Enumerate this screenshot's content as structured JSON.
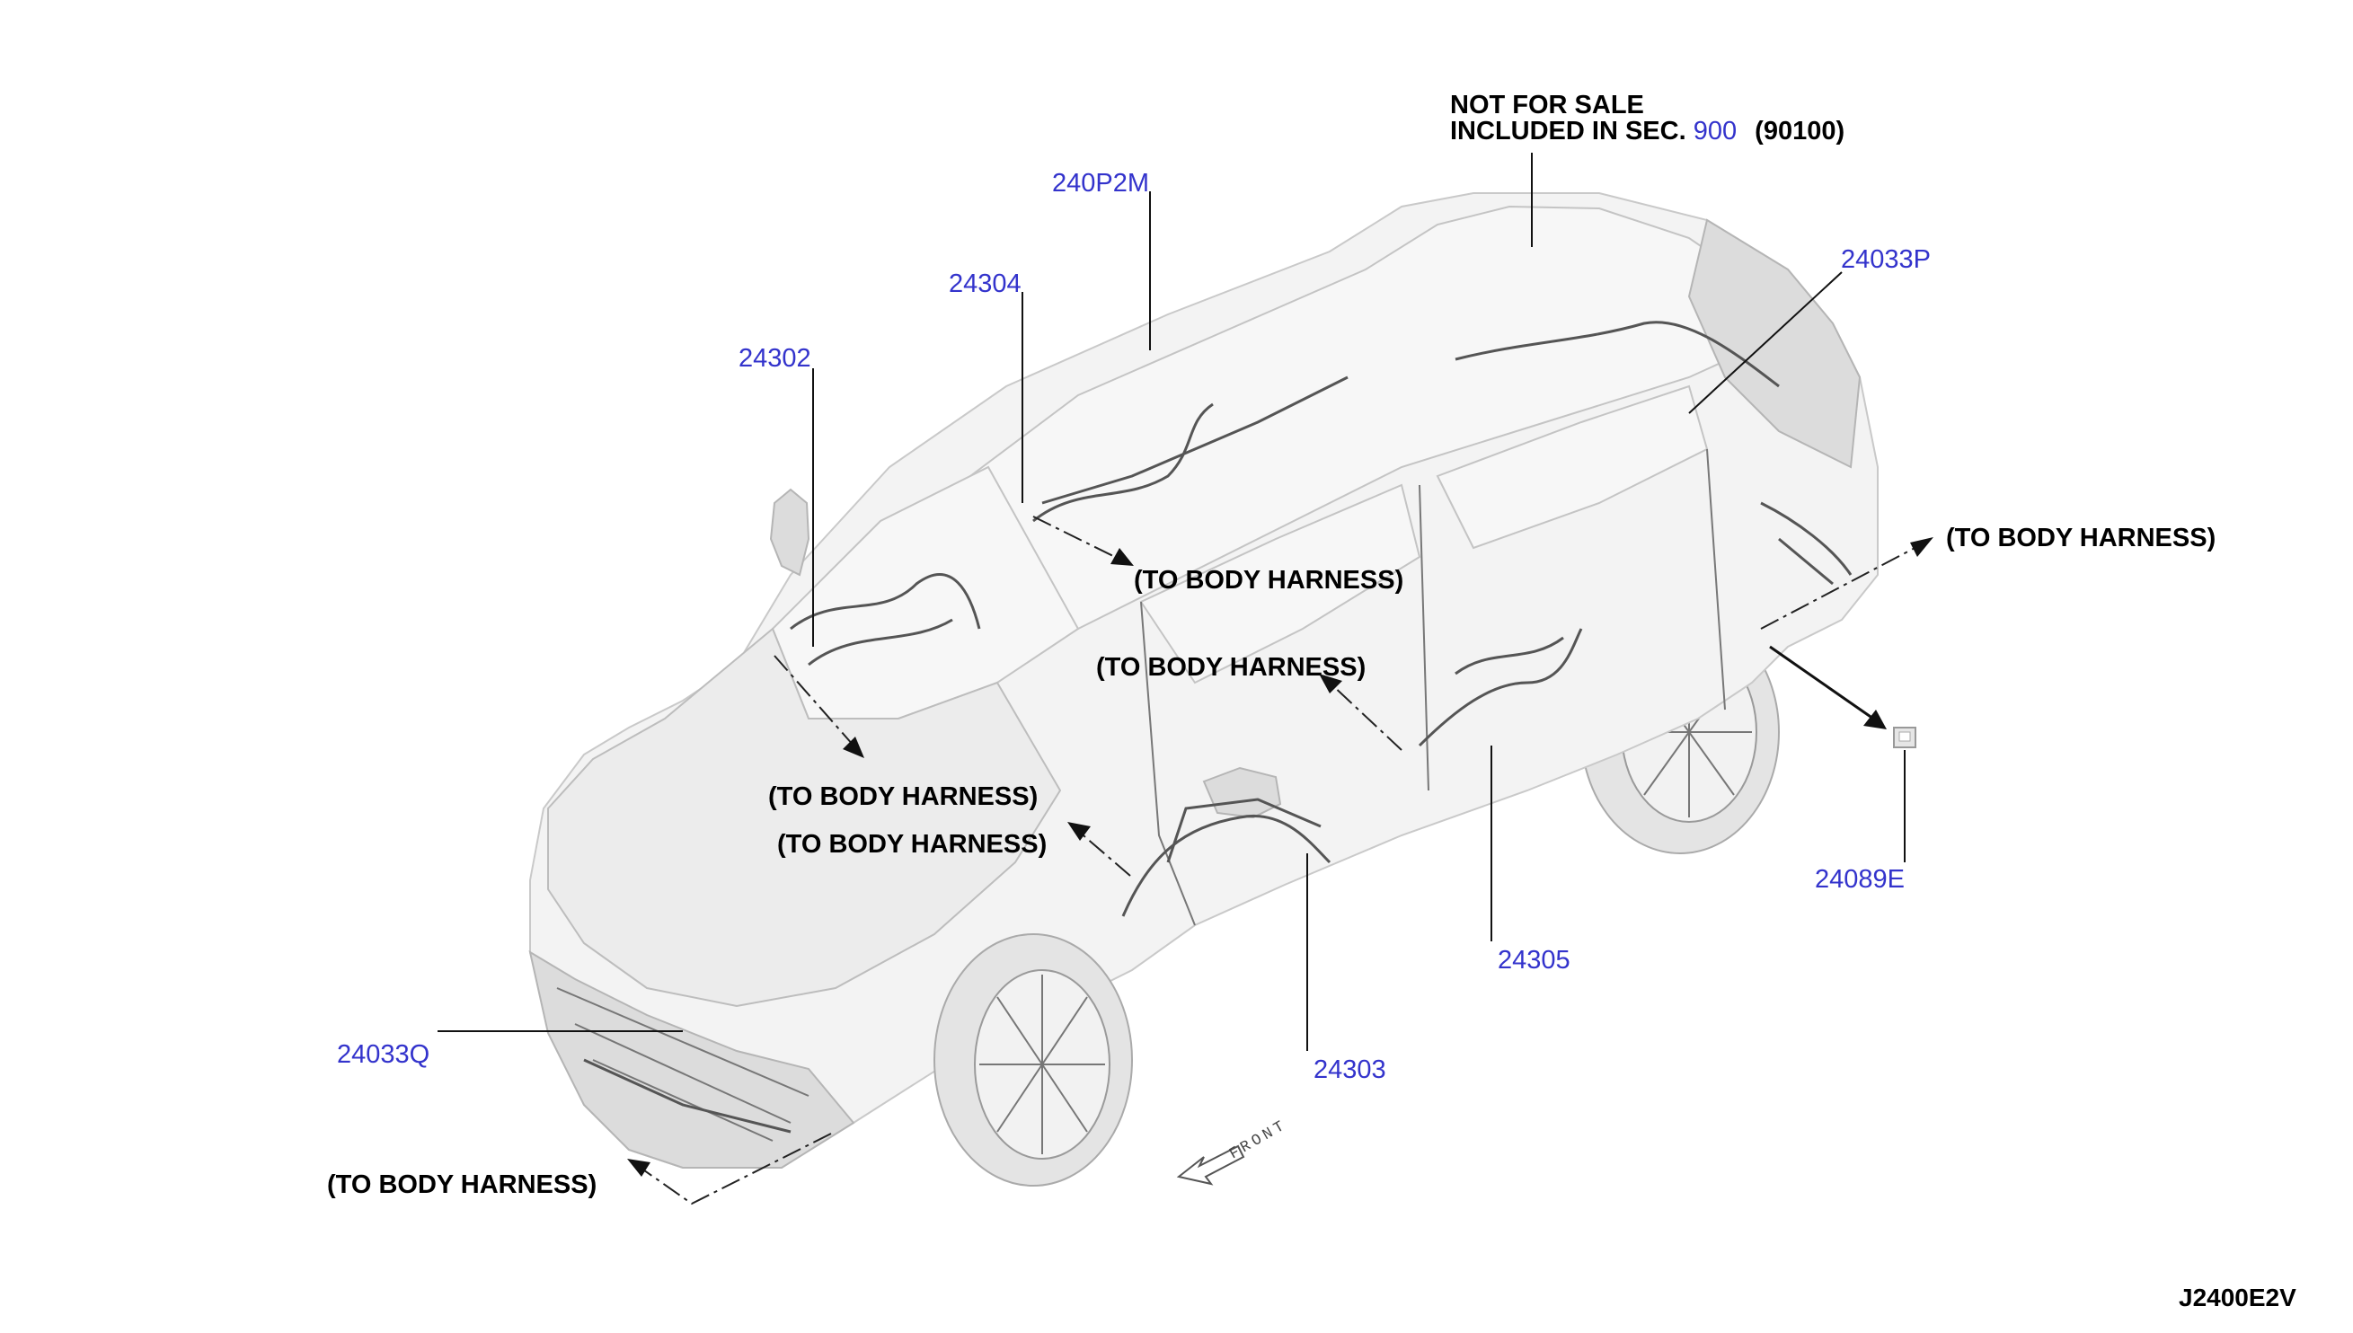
{
  "notes": {
    "not_for_sale_line1": "NOT FOR SALE",
    "included_in_prefix": "INCLUDED IN  SEC.",
    "section_number": "900",
    "section_ref": "(90100)"
  },
  "parts": {
    "p240P2M": "240P2M",
    "p24304": "24304",
    "p24302": "24302",
    "p24033P": "24033P",
    "p24089E": "24089E",
    "p24305": "24305",
    "p24303": "24303",
    "p24033Q": "24033Q"
  },
  "callouts": {
    "to_body_harness_roof": "(TO BODY HARNESS)",
    "to_body_harness_rear_door": "(TO BODY HARNESS)",
    "to_body_harness_hood": "(TO BODY HARNESS)",
    "to_body_harness_front_door": "(TO BODY HARNESS)",
    "to_body_harness_rear": "(TO BODY HARNESS)",
    "to_body_harness_bumper": "(TO BODY HARNESS)"
  },
  "front_label": "FRONT",
  "diagram_code": "J2400E2V",
  "colors": {
    "part_number": "#3333cc",
    "note_text": "#000000"
  }
}
